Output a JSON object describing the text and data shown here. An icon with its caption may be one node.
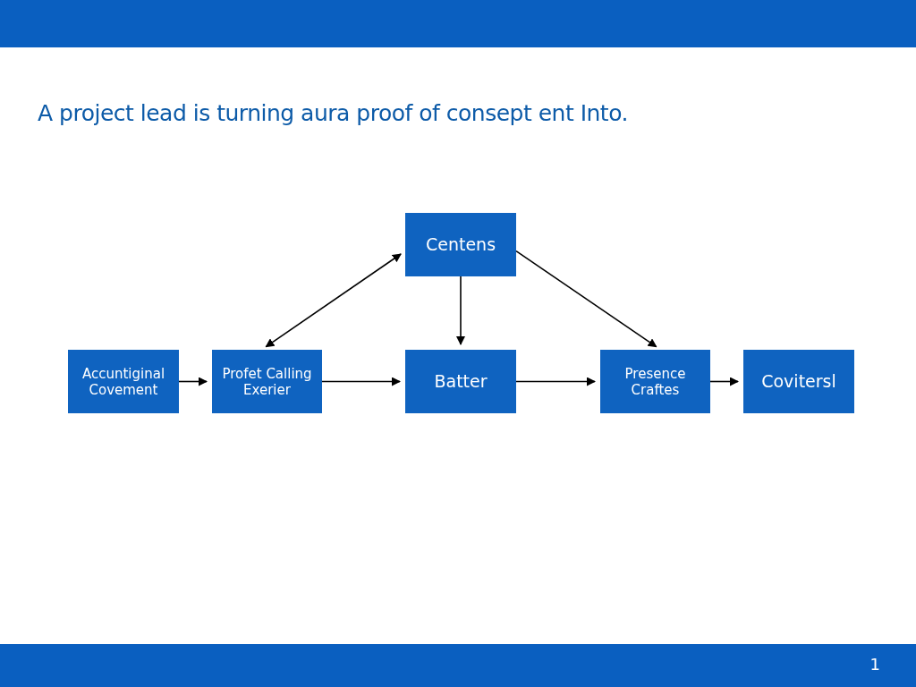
{
  "diagram": {
    "title": "A project lead is turning aura proof of consept ent Into.",
    "nodes": [
      {
        "text": [
          "Centens"
        ]
      },
      {
        "text": [
          "Accuntiginal Covement"
        ]
      },
      {
        "text": [
          "Profet Calling Exerier"
        ]
      },
      {
        "text": [
          "Batter"
        ]
      },
      {
        "text": [
          "Presence Craftes"
        ]
      },
      {
        "text": [
          "Covitersl"
        ]
      }
    ],
    "edges": [
      {
        "from": 1,
        "to": 2,
        "arrow": "to"
      },
      {
        "from": 2,
        "to": 3,
        "arrow": "to"
      },
      {
        "from": 3,
        "to": 4,
        "arrow": "to"
      },
      {
        "from": 4,
        "to": 5,
        "arrow": "to"
      },
      {
        "from": 0,
        "to": 2,
        "arrow": "both"
      },
      {
        "from": 0,
        "to": 3,
        "arrow": "to"
      },
      {
        "from": 0,
        "to": 4,
        "arrow": "to"
      }
    ],
    "labels": [
      "1"
    ]
  }
}
